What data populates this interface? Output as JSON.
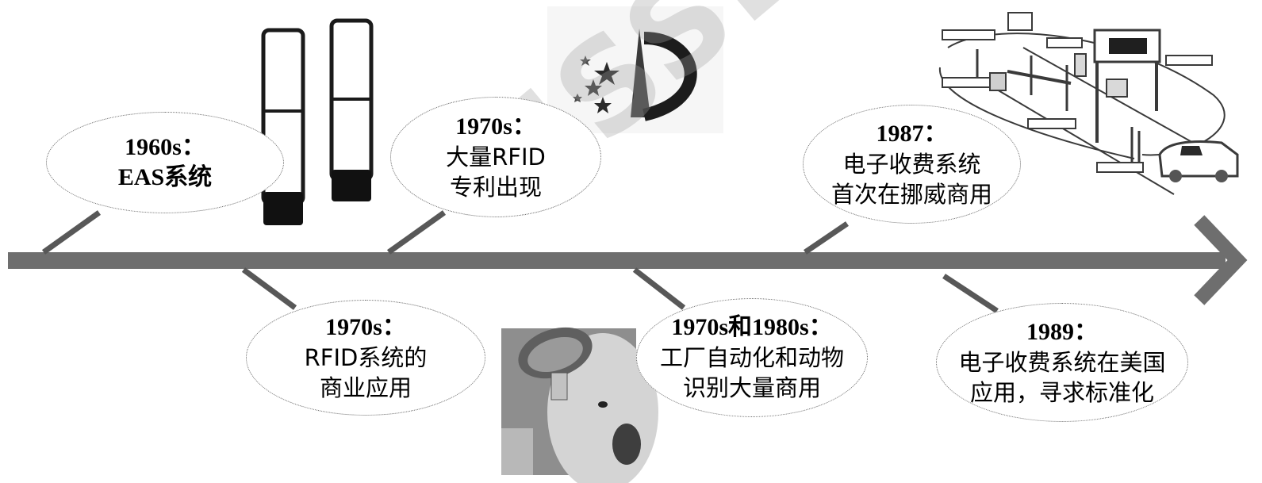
{
  "watermark": "USSLAB",
  "events": [
    {
      "year": "1960s：",
      "lines": [
        "EAS系统"
      ]
    },
    {
      "year": "1970s：",
      "lines": [
        "大量RFID",
        "专利出现"
      ]
    },
    {
      "year": "1987：",
      "lines": [
        "电子收费系统",
        "首次在挪威商用"
      ]
    },
    {
      "year": "1970s：",
      "lines": [
        "RFID系统的",
        "商业应用"
      ]
    },
    {
      "year": "1970s和1980s：",
      "lines": [
        "工厂自动化和动物",
        "识别大量商用"
      ]
    },
    {
      "year": "1989：",
      "lines": [
        "电子收费系统在美国",
        "应用，寻求标准化"
      ]
    }
  ],
  "illustrations": [
    "eas-gate-illustration",
    "patent-logo-illustration",
    "etc-toll-station-illustration",
    "sheep-ear-tag-photo"
  ],
  "colors": {
    "axis": "#6e6e6e",
    "connector": "#585858",
    "bubble_border": "#6a6a6a",
    "watermark": "#b4b4b4"
  }
}
